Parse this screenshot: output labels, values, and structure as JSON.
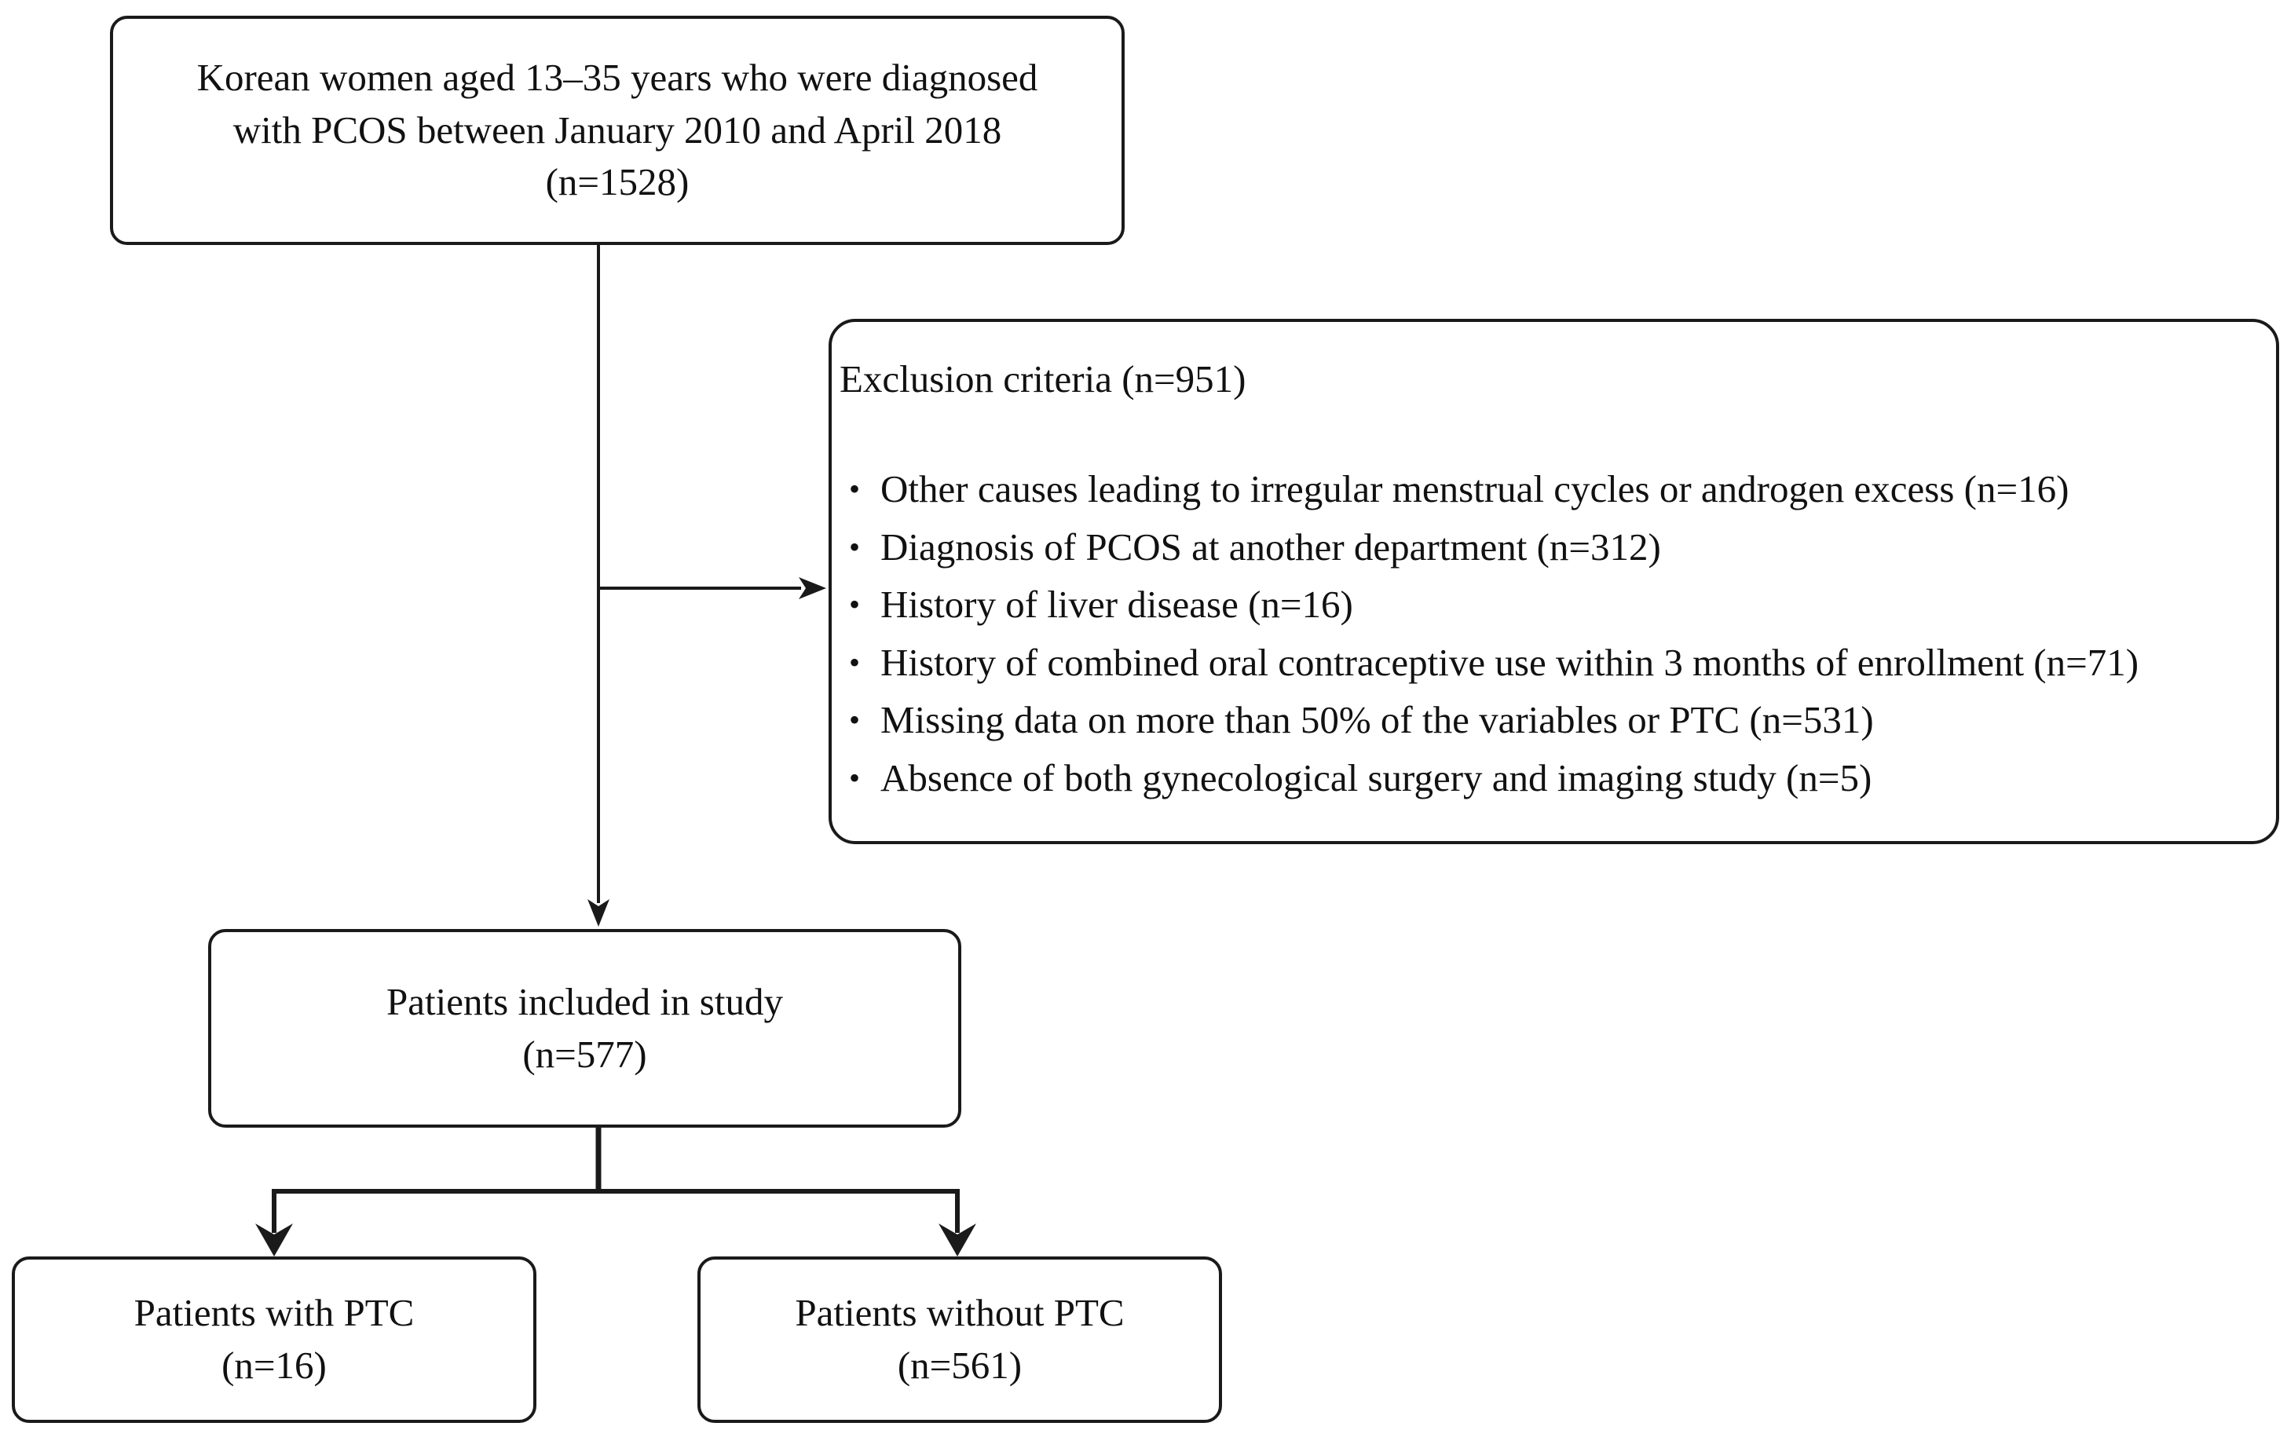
{
  "flowchart": {
    "initial": {
      "line1": "Korean women aged 13–35 years who were diagnosed",
      "line2": "with PCOS between January 2010 and April 2018",
      "count": "(n=1528)"
    },
    "exclusion": {
      "title": "Exclusion criteria (n=951)",
      "items": [
        {
          "label": "Other causes leading to irregular menstrual cycles or androgen excess (n=16)"
        },
        {
          "label": "Diagnosis of PCOS at another department (n=312)"
        },
        {
          "label": "History of liver disease (n=16)"
        },
        {
          "label": "History of combined oral contraceptive use within 3 months of enrollment (n=71)"
        },
        {
          "label": "Missing data on more than 50% of the variables or PTC (n=531)"
        },
        {
          "label": "Absence of both gynecological surgery and imaging study (n=5)"
        }
      ]
    },
    "included": {
      "line1": "Patients included in study",
      "count": "(n=577)"
    },
    "with_ptc": {
      "line1": "Patients with PTC",
      "count": "(n=16)"
    },
    "without_ptc": {
      "line1": "Patients without PTC",
      "count": "(n=561)"
    }
  }
}
